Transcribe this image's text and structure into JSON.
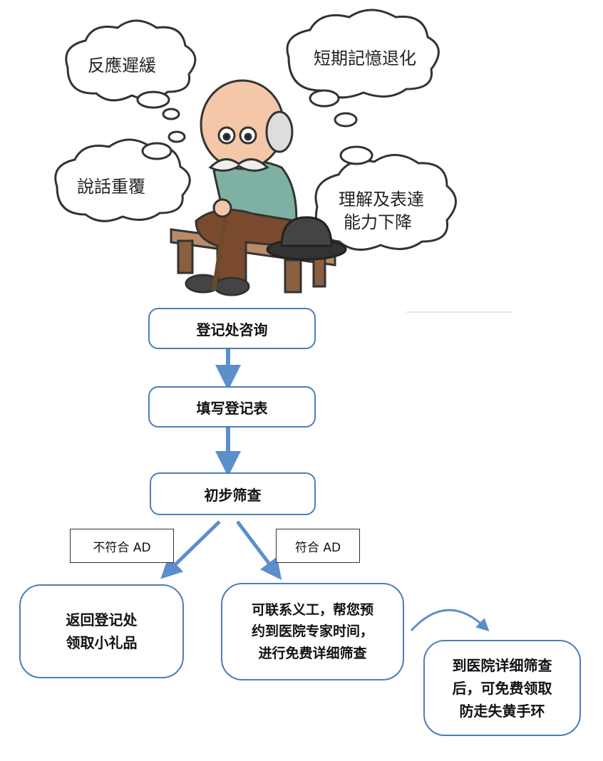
{
  "illustration": {
    "clouds": [
      {
        "text": "反應遲緩"
      },
      {
        "text": "短期記憶退化"
      },
      {
        "text": "說話重覆"
      },
      {
        "lines": [
          "理解及表達",
          "能力下降"
        ]
      }
    ]
  },
  "flow": {
    "steps": [
      "登记处咨询",
      "填写登记表",
      "初步筛查"
    ],
    "branch_labels": {
      "not_ad": "不符合 AD",
      "ad": "符合 AD"
    },
    "outcomes": {
      "not_ad": [
        "返回登记处",
        "领取小礼品"
      ],
      "ad": [
        "可联系义工，帮您预",
        "约到医院专家时间，",
        "进行免费详细筛查"
      ],
      "followup": [
        "到医院详细筛查",
        "后，可免费领取",
        "防走失黄手环"
      ]
    }
  },
  "colors": {
    "arrow": "#5b8fcc",
    "border": "#4a7fb8"
  }
}
